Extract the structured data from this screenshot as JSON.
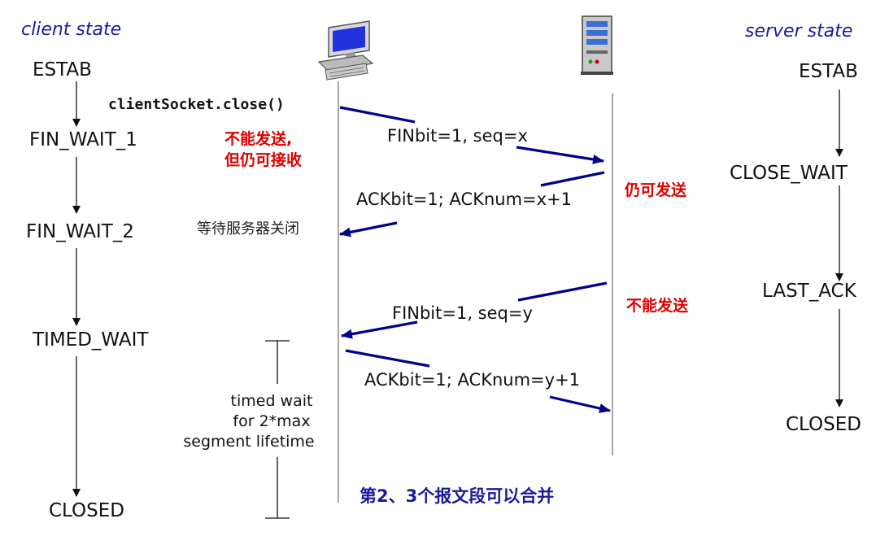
{
  "headings": {
    "client": "client state",
    "server": "server state"
  },
  "client_states": [
    "ESTAB",
    "FIN_WAIT_1",
    "FIN_WAIT_2",
    "TIMED_WAIT",
    "CLOSED"
  ],
  "server_states": [
    "ESTAB",
    "CLOSE_WAIT",
    "LAST_ACK",
    "CLOSED"
  ],
  "close_call": "clientSocket.close()",
  "messages": [
    "FINbit=1, seq=x",
    "ACKbit=1; ACKnum=x+1",
    "FINbit=1, seq=y",
    "ACKbit=1; ACKnum=y+1"
  ],
  "notes": {
    "cannot_send_line1": "不能发送,",
    "cannot_send_line2": "但仍可接收",
    "wait_server_close": "等待服务器关闭",
    "still_can_send": "仍可发送",
    "cannot_send": "不能发送",
    "merge_note": "第2、3个报文段可以合并"
  },
  "timed_wait_label": [
    "timed wait",
    "for 2*max",
    "segment lifetime"
  ],
  "icons": {
    "client": "desktop-computer-icon",
    "server": "server-tower-icon"
  },
  "colors": {
    "heading": "#1a1a9e",
    "message_line": "#00008b",
    "note_red": "#e00000"
  }
}
